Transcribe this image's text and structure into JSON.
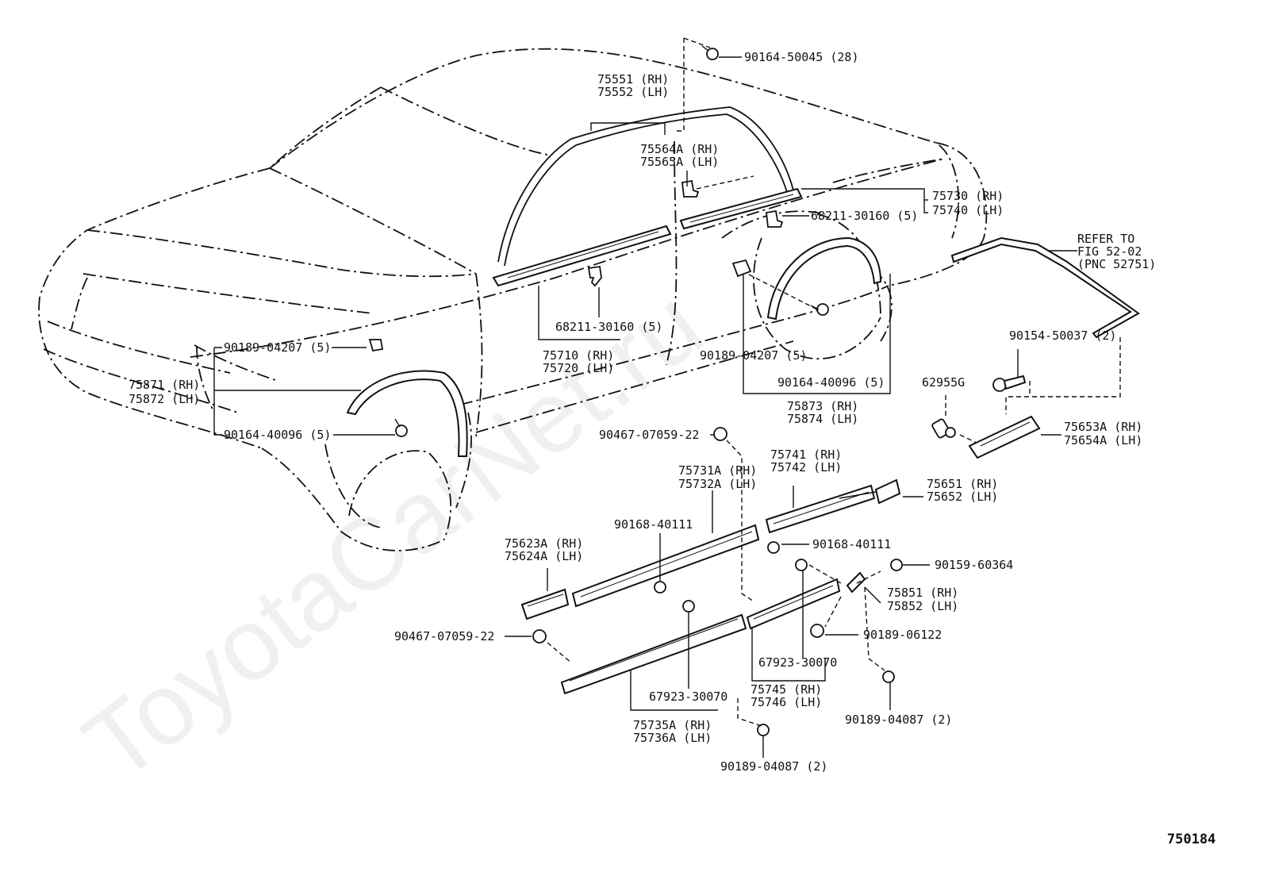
{
  "watermark": "ToyotaCarNet.ru",
  "figure_number": "750184",
  "refer_note": [
    "REFER TO",
    "FIG 52-02",
    "(PNC 52751)"
  ],
  "callouts": {
    "c90164_50045": "90164-50045 (28)",
    "c75551": "75551 (RH)",
    "c75552": "75552 (LH)",
    "c75564a": "75564A (RH)",
    "c75565a": "75565A (LH)",
    "c75730": "75730 (RH)",
    "c75740": "75740 (LH)",
    "c68211_upper": "68211-30160 (5)",
    "c68211_lower": "68211-30160 (5)",
    "c75710": "75710 (RH)",
    "c75720": "75720 (LH)",
    "c90189_04207_front": "90189-04207 (5)",
    "c90189_04207_rear": "90189-04207 (5)",
    "c75871": "75871 (RH)",
    "c75872": "75872 (LH)",
    "c90164_40096_front": "90164-40096 (5)",
    "c90164_40096_rear": "90164-40096 (5)",
    "c75873": "75873 (RH)",
    "c75874": "75874 (LH)",
    "c90154_50037": "90154-50037 (2)",
    "c62955g": "62955G",
    "c75653a": "75653A (RH)",
    "c75654a": "75654A (LH)",
    "c90467_top": "90467-07059-22",
    "c90467_bottom": "90467-07059-22",
    "c75741": "75741 (RH)",
    "c75742": "75742 (LH)",
    "c75731a": "75731A (RH)",
    "c75732a": "75732A (LH)",
    "c75651": "75651 (RH)",
    "c75652": "75652 (LH)",
    "c90168_left": "90168-40111",
    "c90168_right": "90168-40111",
    "c75623a": "75623A (RH)",
    "c75624a": "75624A (LH)",
    "c90159_60364": "90159-60364",
    "c75851": "75851 (RH)",
    "c75852": "75852 (LH)",
    "c90189_06122": "90189-06122",
    "c67923_right": "67923-30070",
    "c67923_left": "67923-30070",
    "c75745": "75745 (RH)",
    "c75746": "75746 (LH)",
    "c90189_04087_right": "90189-04087 (2)",
    "c90189_04087_bottom": "90189-04087 (2)",
    "c75735a": "75735A (RH)",
    "c75736a": "75736A (LH)"
  }
}
